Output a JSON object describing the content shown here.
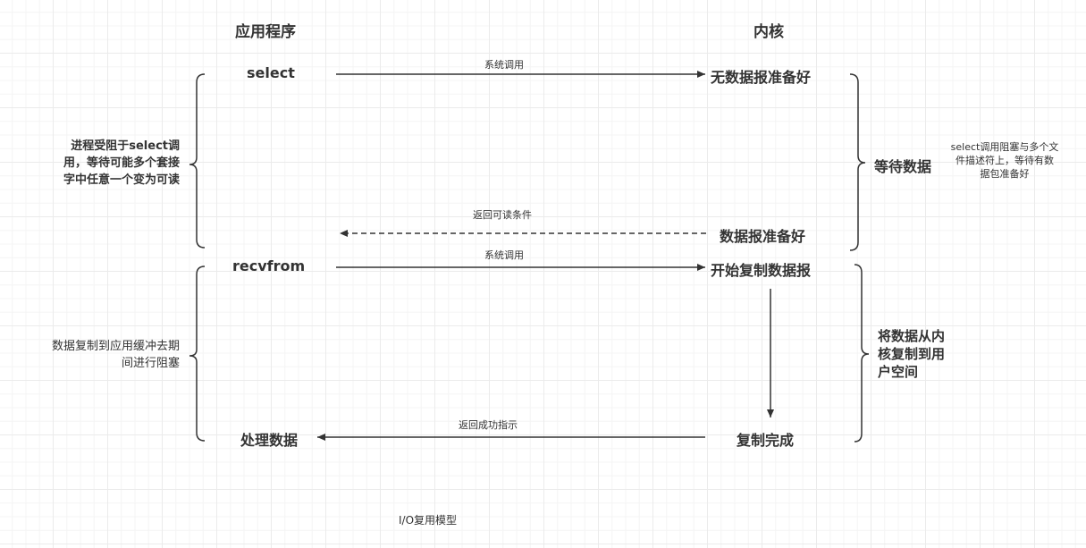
{
  "headers": {
    "app": "应用程序",
    "kernel": "内核"
  },
  "app_nodes": {
    "select": "select",
    "recvfrom": "recvfrom",
    "process": "处理数据"
  },
  "kernel_nodes": {
    "no_data": "无数据报准备好",
    "data_ready": "数据报准备好",
    "start_copy": "开始复制数据报",
    "copy_done": "复制完成"
  },
  "arrows": {
    "syscall_1": "系统调用",
    "return_readable": "返回可读条件",
    "syscall_2": "系统调用",
    "return_success": "返回成功指示"
  },
  "braces": {
    "left_top": "进程受阻于select调用，等待可能多个套接字中任意一个变为可读",
    "left_top_lines": [
      "进程受阻于select调",
      "用，等待可能多个套接",
      "字中任意一个变为可读"
    ],
    "left_bottom_lines": [
      "数据复制到应用缓冲去期",
      "间进行阻塞"
    ],
    "right_top": "等待数据",
    "right_top_note_lines": [
      "select调用阻塞与多个文",
      "件描述符上，等待有数",
      "据包准备好"
    ],
    "right_bottom_lines": [
      "将数据从内",
      "核复制到用",
      "户空间"
    ]
  },
  "caption": "I/O复用模型",
  "colors": {
    "line": "#333333",
    "grid_major": "#ebebeb",
    "grid_minor": "#f4f4f4"
  }
}
